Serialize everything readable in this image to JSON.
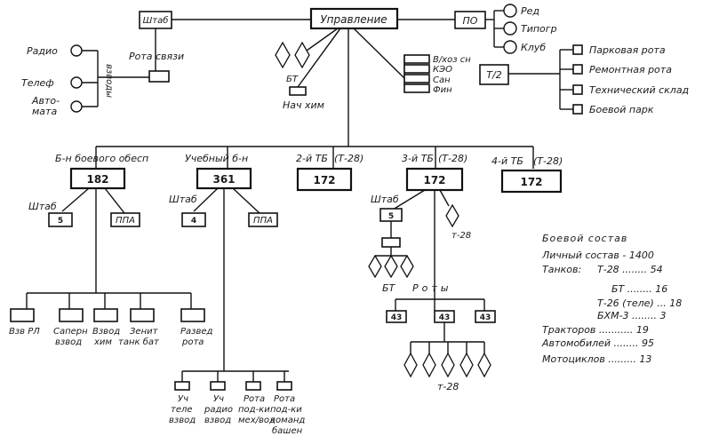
{
  "top": {
    "upravlenie": "Управление",
    "shtab": "Штаб",
    "po": "ПО",
    "red": "Ред",
    "tipogr": "Типогр",
    "klub": "Клуб",
    "rota_svyazi": "Рота связи",
    "vzvody": "взводы",
    "radio": "Радио",
    "telef": "Телеф",
    "avto_1": "Авто-",
    "avto_2": "мата",
    "bt": "БТ",
    "nach_him": "Нач хим",
    "serv_1": "В/хоз сн",
    "serv_2": "КЭО",
    "serv_3": "Сан",
    "serv_4": "Фин",
    "t2": "Т/2",
    "park_1": "Парковая рота",
    "park_2": "Ремонтная рота",
    "park_3": "Технический склад",
    "park_4": "Боевой парк"
  },
  "units": {
    "bn_boevogo_label": "Б-н боевого обесп",
    "bn_boevogo_num": "182",
    "uchebny_label": "Учебный б-н",
    "uchebny_num": "361",
    "tb2_label": "2-й ТБ",
    "tb2_tank": "(Т-28)",
    "tb2_num": "172",
    "tb3_label": "3-й ТБ",
    "tb3_tank": "(Т-28)",
    "tb3_num": "172",
    "tb4_label": "4-й ТБ",
    "tb4_tank": "(Т-28)",
    "tb4_num": "172"
  },
  "sub": {
    "shtab": "Штаб",
    "ppa": "ППА",
    "shtab1_num": "5",
    "shtab2_num": "4",
    "shtab3_num": "5",
    "t28": "т-28",
    "bt": "БТ",
    "roty": "Роты",
    "rota_num": "43",
    "t28b": "т-28"
  },
  "bn_subunits": [
    {
      "l1": "Взв РЛ",
      "l2": ""
    },
    {
      "l1": "Саперн",
      "l2": "взвод"
    },
    {
      "l1": "Взвод",
      "l2": "хим"
    },
    {
      "l1": "Зенит",
      "l2": "танк бат"
    },
    {
      "l1": "Развед",
      "l2": "рота"
    }
  ],
  "uch_subunits": [
    {
      "l1": "Уч",
      "l2": "теле",
      "l3": "взвод",
      "l4": ""
    },
    {
      "l1": "Уч",
      "l2": "радио",
      "l3": "взвод",
      "l4": ""
    },
    {
      "l1": "Рота",
      "l2": "под-ки",
      "l3": "мех/вод",
      "l4": ""
    },
    {
      "l1": "Рота",
      "l2": "под-ки",
      "l3": "команд",
      "l4": "башен"
    }
  ],
  "legend": {
    "title": "Боевой состав",
    "personnel": "Личный состав - 1400",
    "tanks_label": "Танков:",
    "t28": "Т-28 ........ 54",
    "bt": "БТ ........ 16",
    "t26": "Т-26 (теле) ... 18",
    "bhm": "БХМ-3 ........ 3",
    "tractors": "Тракторов ........... 19",
    "cars": "Автомобилей ........ 95",
    "moto": "Мотоциклов ......... 13"
  }
}
